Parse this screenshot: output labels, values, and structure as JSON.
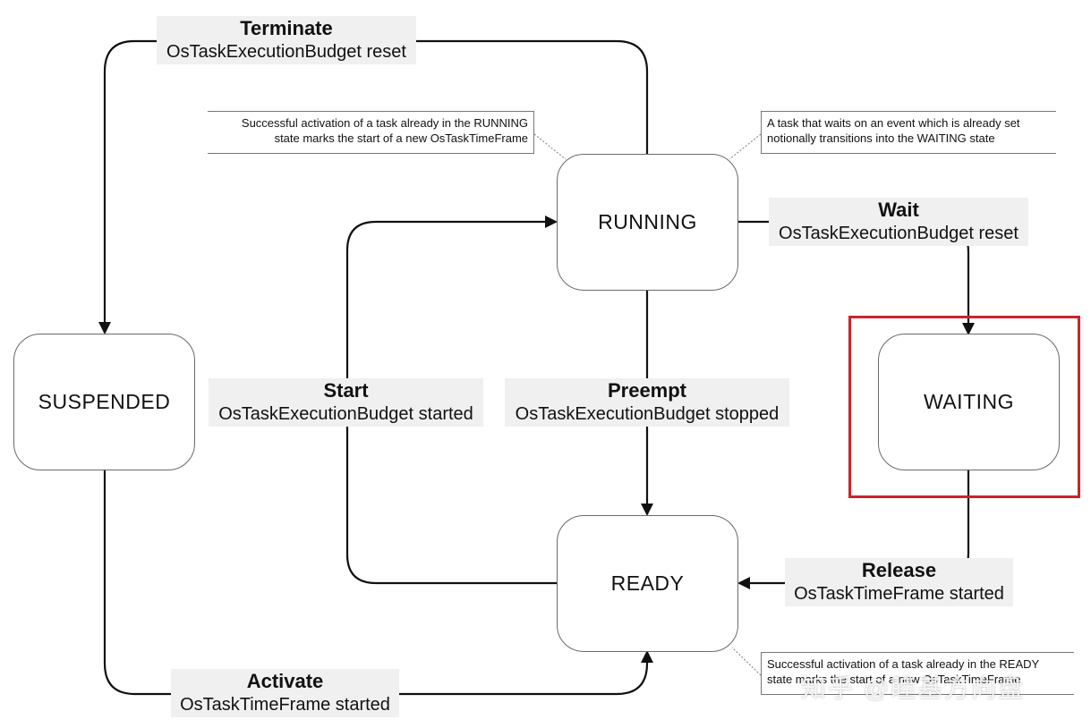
{
  "states": {
    "running": "RUNNING",
    "suspended": "SUSPENDED",
    "waiting": "WAITING",
    "ready": "READY"
  },
  "transitions": {
    "terminate": {
      "title": "Terminate",
      "sub": "OsTaskExecutionBudget reset"
    },
    "wait": {
      "title": "Wait",
      "sub": "OsTaskExecutionBudget reset"
    },
    "start": {
      "title": "Start",
      "sub": "OsTaskExecutionBudget started"
    },
    "preempt": {
      "title": "Preempt",
      "sub": "OsTaskExecutionBudget stopped"
    },
    "release": {
      "title": "Release",
      "sub": "OsTaskTimeFrame started"
    },
    "activate": {
      "title": "Activate",
      "sub": "OsTaskTimeFrame started"
    }
  },
  "notes": {
    "running_activation": [
      "Successful activation of a task already in the RUNNING",
      "state marks the start of a new OsTaskTimeFrame"
    ],
    "wait_event": [
      "A task that waits on an event which is already set",
      "notionally transitions into the WAITING state"
    ],
    "ready_activation": [
      "Successful activation of a task already in the READY",
      "state marks the start of a new OsTaskTimeFrame"
    ]
  },
  "watermark": "知乎 @睦基方向盘",
  "colors": {
    "highlight": "#c8252c",
    "line": "#111111",
    "label_bg": "#f0f0f0"
  }
}
